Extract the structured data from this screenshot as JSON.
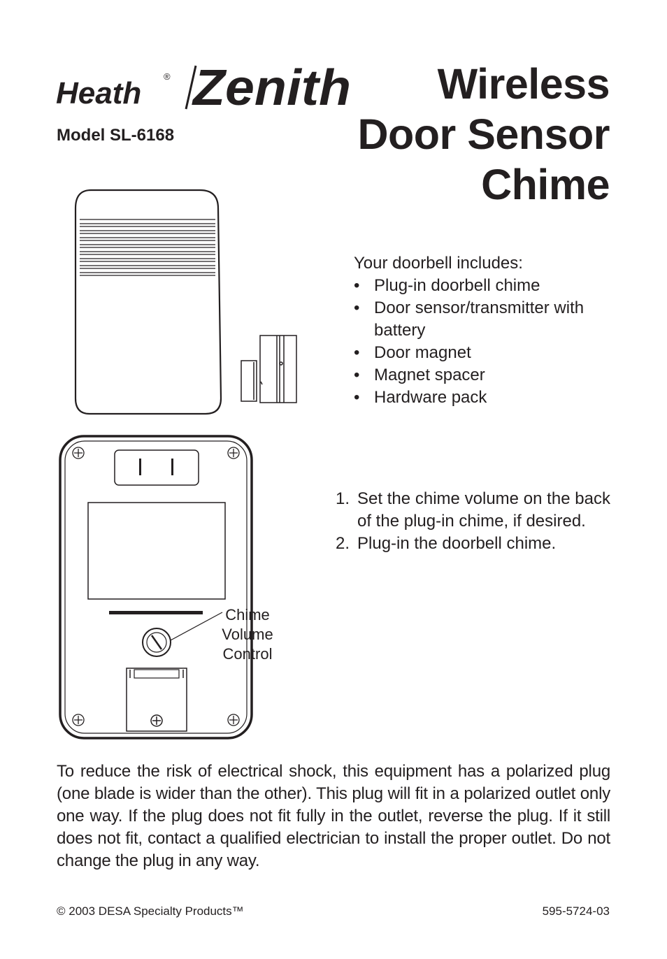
{
  "brand": {
    "logo_text_1": "Heath",
    "logo_mark": "®",
    "logo_text_2": "Zenith"
  },
  "model": "Model SL-6168",
  "title": [
    "Wireless",
    "Door Sensor",
    "Chime"
  ],
  "includes": {
    "heading": "Your doorbell includes:",
    "items": [
      "Plug-in doorbell chime",
      "Door sensor/transmitter with battery",
      "Door magnet",
      "Magnet spacer",
      "Hardware pack"
    ]
  },
  "steps": [
    {
      "num": "1.",
      "text": "Set the chime volume on the back of the plug-in chime, if desired."
    },
    {
      "num": "2.",
      "text": "Plug-in the doorbell chime."
    }
  ],
  "callout": [
    "Chime",
    "Volume",
    "Control"
  ],
  "warning": "To reduce the risk of electrical shock, this equipment has a polarized plug (one blade is wider than the other). This plug will fit in a polarized outlet only one way. If the plug does not fit fully in the outlet, reverse the plug. If it still does not fit, contact a qualified electrician to install the proper outlet. Do not change the plug in any way.",
  "footer": {
    "copyright": "© 2003 DESA Specialty Products™",
    "part_number": "595-5724-03"
  }
}
